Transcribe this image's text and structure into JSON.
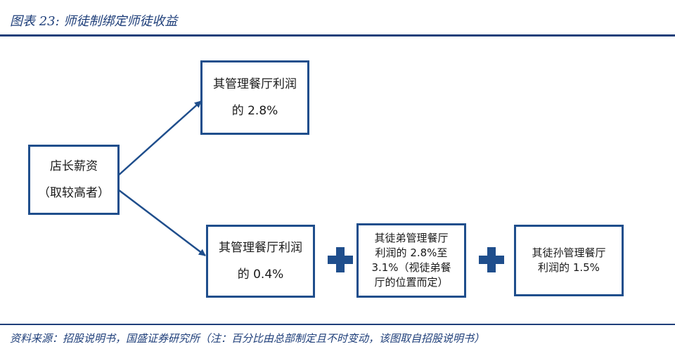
{
  "figure": {
    "title": "图表 23:  师徒制绑定师徒收益",
    "source": "资料来源：招股说明书，国盛证券研究所（注：百分比由总部制定且不时变动，该图取自招股说明书）"
  },
  "nodes": {
    "manager_salary": {
      "line1": "店长薪资",
      "line2": "（取较高者）"
    },
    "own_profit_high": {
      "line1": "其管理餐厅利润",
      "line2": "的 2.8%"
    },
    "own_profit_low": {
      "line1": "其管理餐厅利润",
      "line2": "的 0.4%"
    },
    "apprentice_profit": {
      "line1": "其徒弟管理餐厅",
      "line2": "利润的 2.8%至",
      "line3": "3.1%（视徒弟餐",
      "line4": "厅的位置而定）"
    },
    "grand_apprentice_profit": {
      "line1": "其徒孙管理餐厅",
      "line2": "利润的 1.5%"
    }
  },
  "icons": {
    "plus": "plus-icon",
    "arrow": "arrow-icon"
  },
  "colors": {
    "accent": "#1f4e8c",
    "title": "#1f3f7a"
  }
}
